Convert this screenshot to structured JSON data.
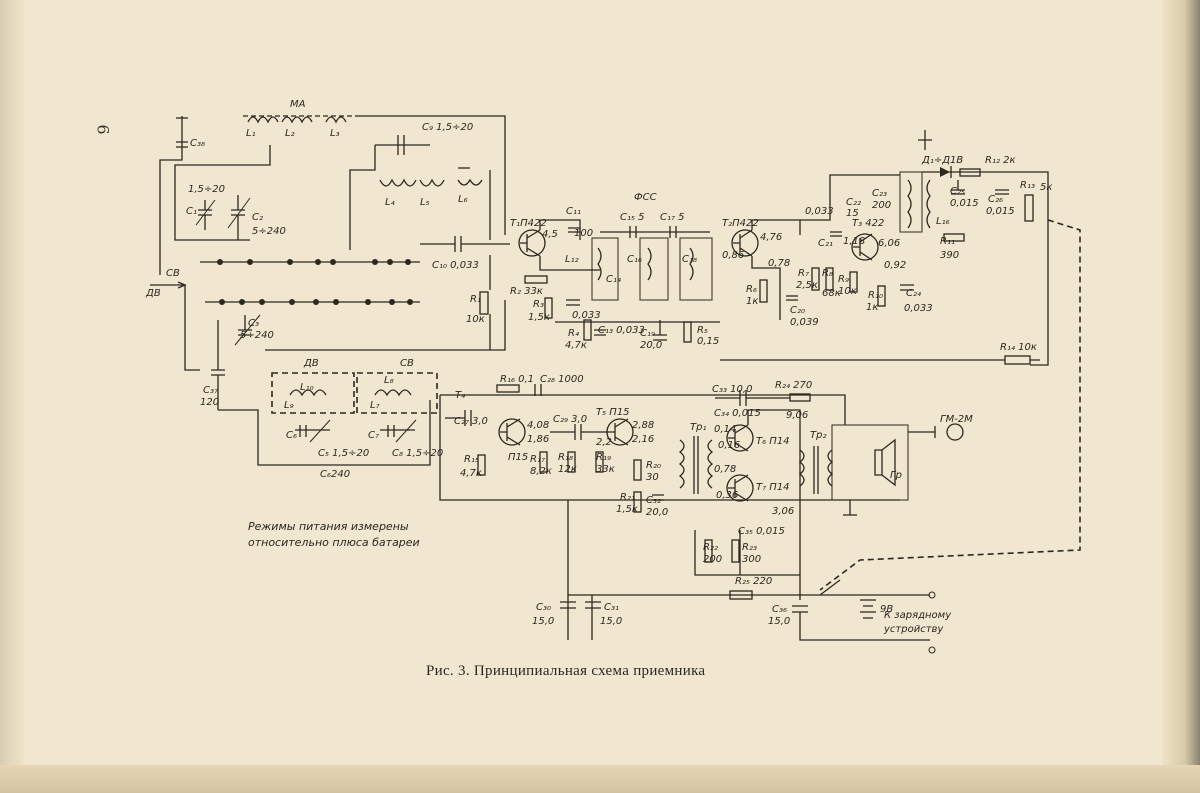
{
  "page": {
    "number": "6"
  },
  "figure": {
    "caption": "Рис. 3. Принципиальная схема приемника",
    "note_line1": "Режимы питания измерены",
    "note_line2": "относительно плюса батареи"
  },
  "labels": {
    "ma": "МА",
    "fss": "ФСС",
    "sv_top": "СВ",
    "dv_top": "ДВ",
    "dv_box": "ДВ",
    "sv_box": "СВ",
    "headphone": "ГМ-2М",
    "charger1": "К зарядному",
    "charger2": "устройству",
    "speaker": "Гр",
    "battery": "9В"
  },
  "transistors": {
    "t1": "T₁П422",
    "t2": "T₂П422",
    "t3": "T₃ 422",
    "t4": "T₄",
    "t5": "T₅ П15",
    "t6": "T₆ П14",
    "t7": "T₇ П14",
    "t4type": "П15"
  },
  "components": {
    "c38": "C₃₈",
    "c1": "C₁",
    "c2": "C₂",
    "c2v": "5÷240",
    "c1v": "1,5÷20",
    "c9": "C₉ 1,5÷20",
    "l1": "L₁",
    "l2": "L₂",
    "l3": "L₃",
    "l4": "L₄",
    "l5": "L₅",
    "l6": "L₆",
    "c10": "C₁₀ 0,033",
    "c11": "C₁₁",
    "c11v": "100",
    "r1": "R₁",
    "r1v": "10к",
    "r2": "R₂ 33к",
    "r3": "R₃",
    "r3v": "1,5к",
    "r4": "R₄",
    "r4v": "4,7к",
    "c12": "C₁₂",
    "c12v": "0,033",
    "c13": "C₁₃ 0,033",
    "l12": "L₁₂",
    "c15": "C₁₅ 5",
    "c16": "C₁₆",
    "c17": "C₁₇ 5",
    "c18": "C₁₈",
    "c14": "C₁₄",
    "c19": "C₁₉",
    "c19v": "20,0",
    "r5": "R₅",
    "r5v": "0,15",
    "r6": "R₆",
    "r6v": "1к",
    "r7": "R₇",
    "r7v": "2,5к",
    "r8": "R₈",
    "r8v": "68к",
    "c20": "C₂₀",
    "c20v": "0,039",
    "c21": "C₂₁",
    "c21v": "0,033",
    "c22": "C₂₂",
    "c22v": "15",
    "c23": "C₂₃",
    "c23v": "200",
    "r9": "R₉",
    "r9v": "10к",
    "r10": "R₁₀",
    "r10v": "1к",
    "c24": "C₂₄",
    "c24v": "0,033",
    "d1": "Д₁÷Д1В",
    "r12": "R₁₂ 2к",
    "c25": "C₂₅",
    "c25v": "0,015",
    "c26": "C₂₆",
    "c26v": "0,015",
    "r13": "R₁₃",
    "r13v": "5к",
    "l16": "L₁₆",
    "r11": "R₁₁",
    "r11v": "390",
    "r14": "R₁₄ 10к",
    "c3": "C₃",
    "c3v": "5÷240",
    "c37": "C₃₇",
    "c37v": "120",
    "l10": "L₁₀",
    "l9": "L₉",
    "l8": "L₈",
    "l7": "L₇",
    "c6": "C₆",
    "c5": "C₅ 1,5÷20",
    "c7": "C₇",
    "c8": "C₈ 1,5÷20",
    "c6v": "C₆240",
    "c27": "C₂₇",
    "c27v": "3,0",
    "r15": "R₁₅",
    "r15v": "4,7к",
    "r16": "R₁₆ 0,1",
    "c28": "C₂₈ 1000",
    "r17": "R₁₇",
    "r17v": "8,2к",
    "r18": "R₁₈",
    "r18v": "12к",
    "c29": "C₂₉ 3,0",
    "r19": "R₁₉",
    "r19v": "33к",
    "r20": "R₂₀",
    "r20v": "30",
    "r21": "R₂₁",
    "r21v": "1,5к",
    "c32": "C₃₂",
    "c32v": "20,0",
    "c33": "C₃₃ 10,0",
    "r24": "R₂₄ 270",
    "c34": "C₃₄ 0,015",
    "c35": "C₃₅ 0,015",
    "r22": "R₂₂",
    "r22v": "200",
    "r23": "R₂₃",
    "r23v": "300",
    "r25": "R₂₅ 220",
    "tr1": "Tp₁",
    "tr2": "Tp₂",
    "c30": "C₃₀",
    "c30v": "15,0",
    "c31": "C₃₁",
    "c31v": "15,0",
    "c36": "C₃₆",
    "c36v": "15,0",
    "v1": "4,5",
    "v2": "4,76",
    "v3": "0,78",
    "v4": "1,18",
    "v5": "6,06",
    "v6": "0,92",
    "v7": "4,08",
    "v8": "1,86",
    "v9": "2,88",
    "v10": "2,16",
    "v11": "9,06",
    "v12": "0,16",
    "v13": "0,86",
    "v14": "0,78",
    "v15": "0,36",
    "v16": "2,2",
    "v17": "3,06",
    "v18": "0,14"
  }
}
